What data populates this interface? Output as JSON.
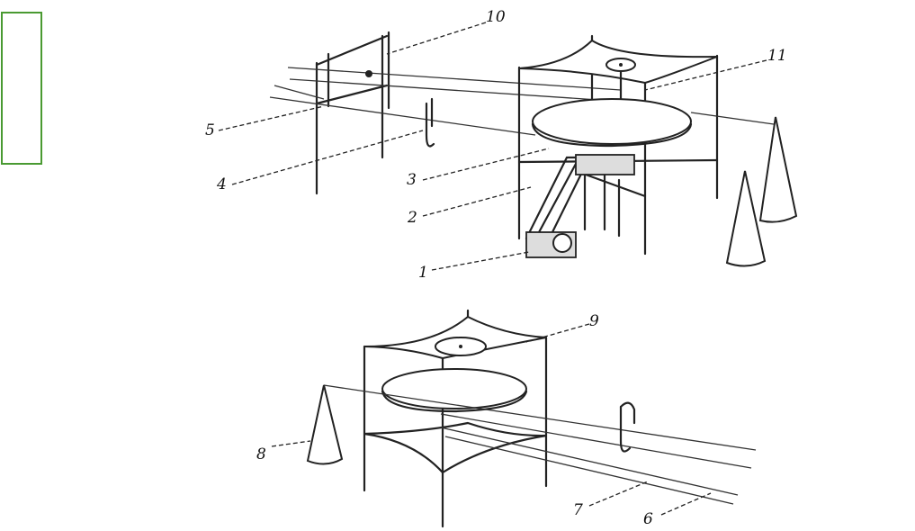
{
  "diagram": {
    "labels": {
      "l1": "1",
      "l2": "2",
      "l3": "3",
      "l4": "4",
      "l5": "5",
      "l6": "6",
      "l7": "7",
      "l8": "8",
      "l9": "9",
      "l10": "10",
      "l11": "11"
    },
    "colors": {
      "highlight_box": "#4a9a32",
      "ink": "#222222"
    }
  }
}
